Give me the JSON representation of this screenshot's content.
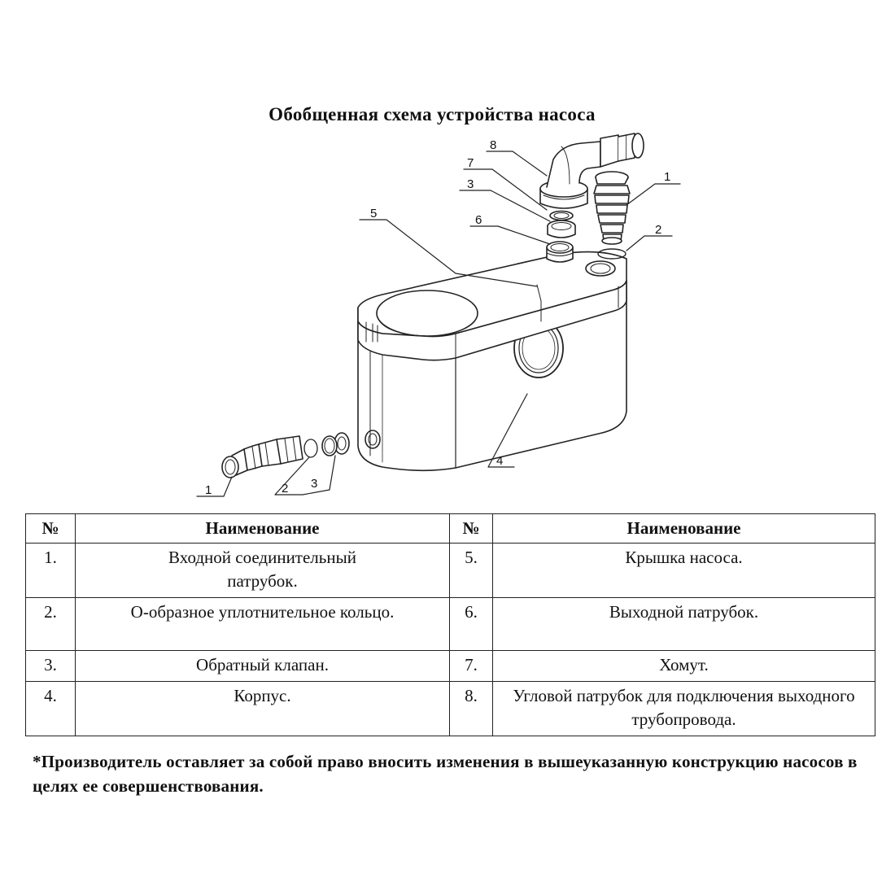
{
  "title": "Обобщенная схема устройства насоса",
  "callouts": {
    "c8": "8",
    "c7": "7",
    "c3_top": "3",
    "c1_top": "1",
    "c5": "5",
    "c6": "6",
    "c2_top": "2",
    "c4": "4",
    "c1_bottom": "1",
    "c2_bottom": "2",
    "c3_bottom": "3"
  },
  "table": {
    "headers": {
      "num_left": "№",
      "name_left": "Наименование",
      "num_right": "№",
      "name_right": "Наименование"
    },
    "rows": [
      {
        "n1": "1.",
        "name1": "Входной соединительный патрубок.",
        "n2": "5.",
        "name2": "Крышка насоса."
      },
      {
        "n1": "2.",
        "name1": "О-образное уплотнительное кольцо.",
        "n2": "6.",
        "name2": "Выходной патрубок."
      },
      {
        "n1": "3.",
        "name1": "Обратный клапан.",
        "n2": "7.",
        "name2": "Хомут."
      },
      {
        "n1": "4.",
        "name1": "Корпус.",
        "n2": "8.",
        "name2": "Угловой патрубок для подключения выходного трубопровода."
      }
    ]
  },
  "footnote": "*Производитель оставляет за собой право вносить изменения в вышеуказанную конструкцию насосов в целях ее совершенствования."
}
